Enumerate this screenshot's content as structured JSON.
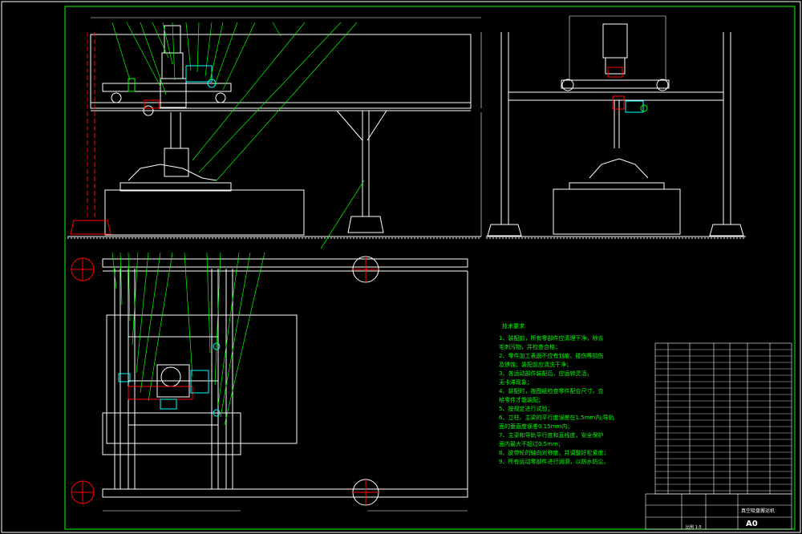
{
  "notes": {
    "title": "技术要求",
    "lines": [
      "1、装配前，所有零部件应清理干净，除去",
      "毛刺污物，并检查合格；",
      "2、零件加工表面不应有划痕、碰伤等损伤",
      "及锈蚀；装配前应清洗干净；",
      "3、各运动部件装配后，应运转灵活，",
      "无卡滞现象；",
      "4、装配时，按图纸检查零件配合尺寸，合",
      "格零件才能装配；",
      "5、按规定进行试验；",
      "6、立柱、主梁的平行度误差在1.5mm内;导轨",
      "面的垂直度误差0.15mm内；",
      "7、主梁和导轨平行度和直线度，安全保护",
      "面内最大不超过0.5mm；",
      "8、皮带轮的轴向对称度，并调整好松紧度；",
      "9、所有运动零部件进行润滑，以防水防尘。"
    ]
  },
  "title_block": {
    "title": "真空吸盘搬运机",
    "code": "A0",
    "scale": "比例 1:5"
  },
  "colors": {
    "frame": "#ffffff",
    "leader": "#00ff00",
    "centerline": "#ff0000",
    "motor": "#00ffff",
    "accent": "#ff00ff",
    "text": "#00ff00"
  }
}
